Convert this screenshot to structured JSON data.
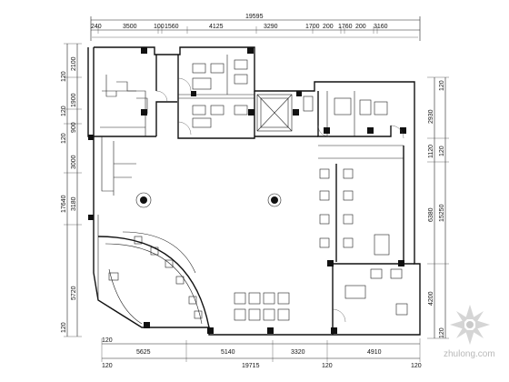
{
  "dimensions": {
    "top_total": "19595",
    "top_segments": [
      "240",
      "3500",
      "100",
      "1560",
      "4125",
      "3290",
      "1700",
      "200",
      "1760",
      "200",
      "3160"
    ],
    "bottom_total": "19715",
    "bottom_segments": [
      "5625",
      "5140",
      "3320",
      "4910"
    ],
    "bottom_small": [
      "120",
      "120",
      "120",
      "120"
    ],
    "left_total": "17640",
    "left_segments": [
      "2100",
      "1900",
      "900",
      "3000",
      "3180",
      "5720"
    ],
    "left_small": [
      "120",
      "120",
      "120",
      "120"
    ],
    "right_segments": [
      "2930",
      "1120",
      "6380",
      "4200"
    ],
    "right_total": "15250",
    "right_small": [
      "120",
      "120",
      "120"
    ]
  },
  "watermark": {
    "site": "zhulong.com"
  },
  "colors": {
    "line": "#111111",
    "background": "#ffffff",
    "watermark": "#b9b9b9"
  }
}
